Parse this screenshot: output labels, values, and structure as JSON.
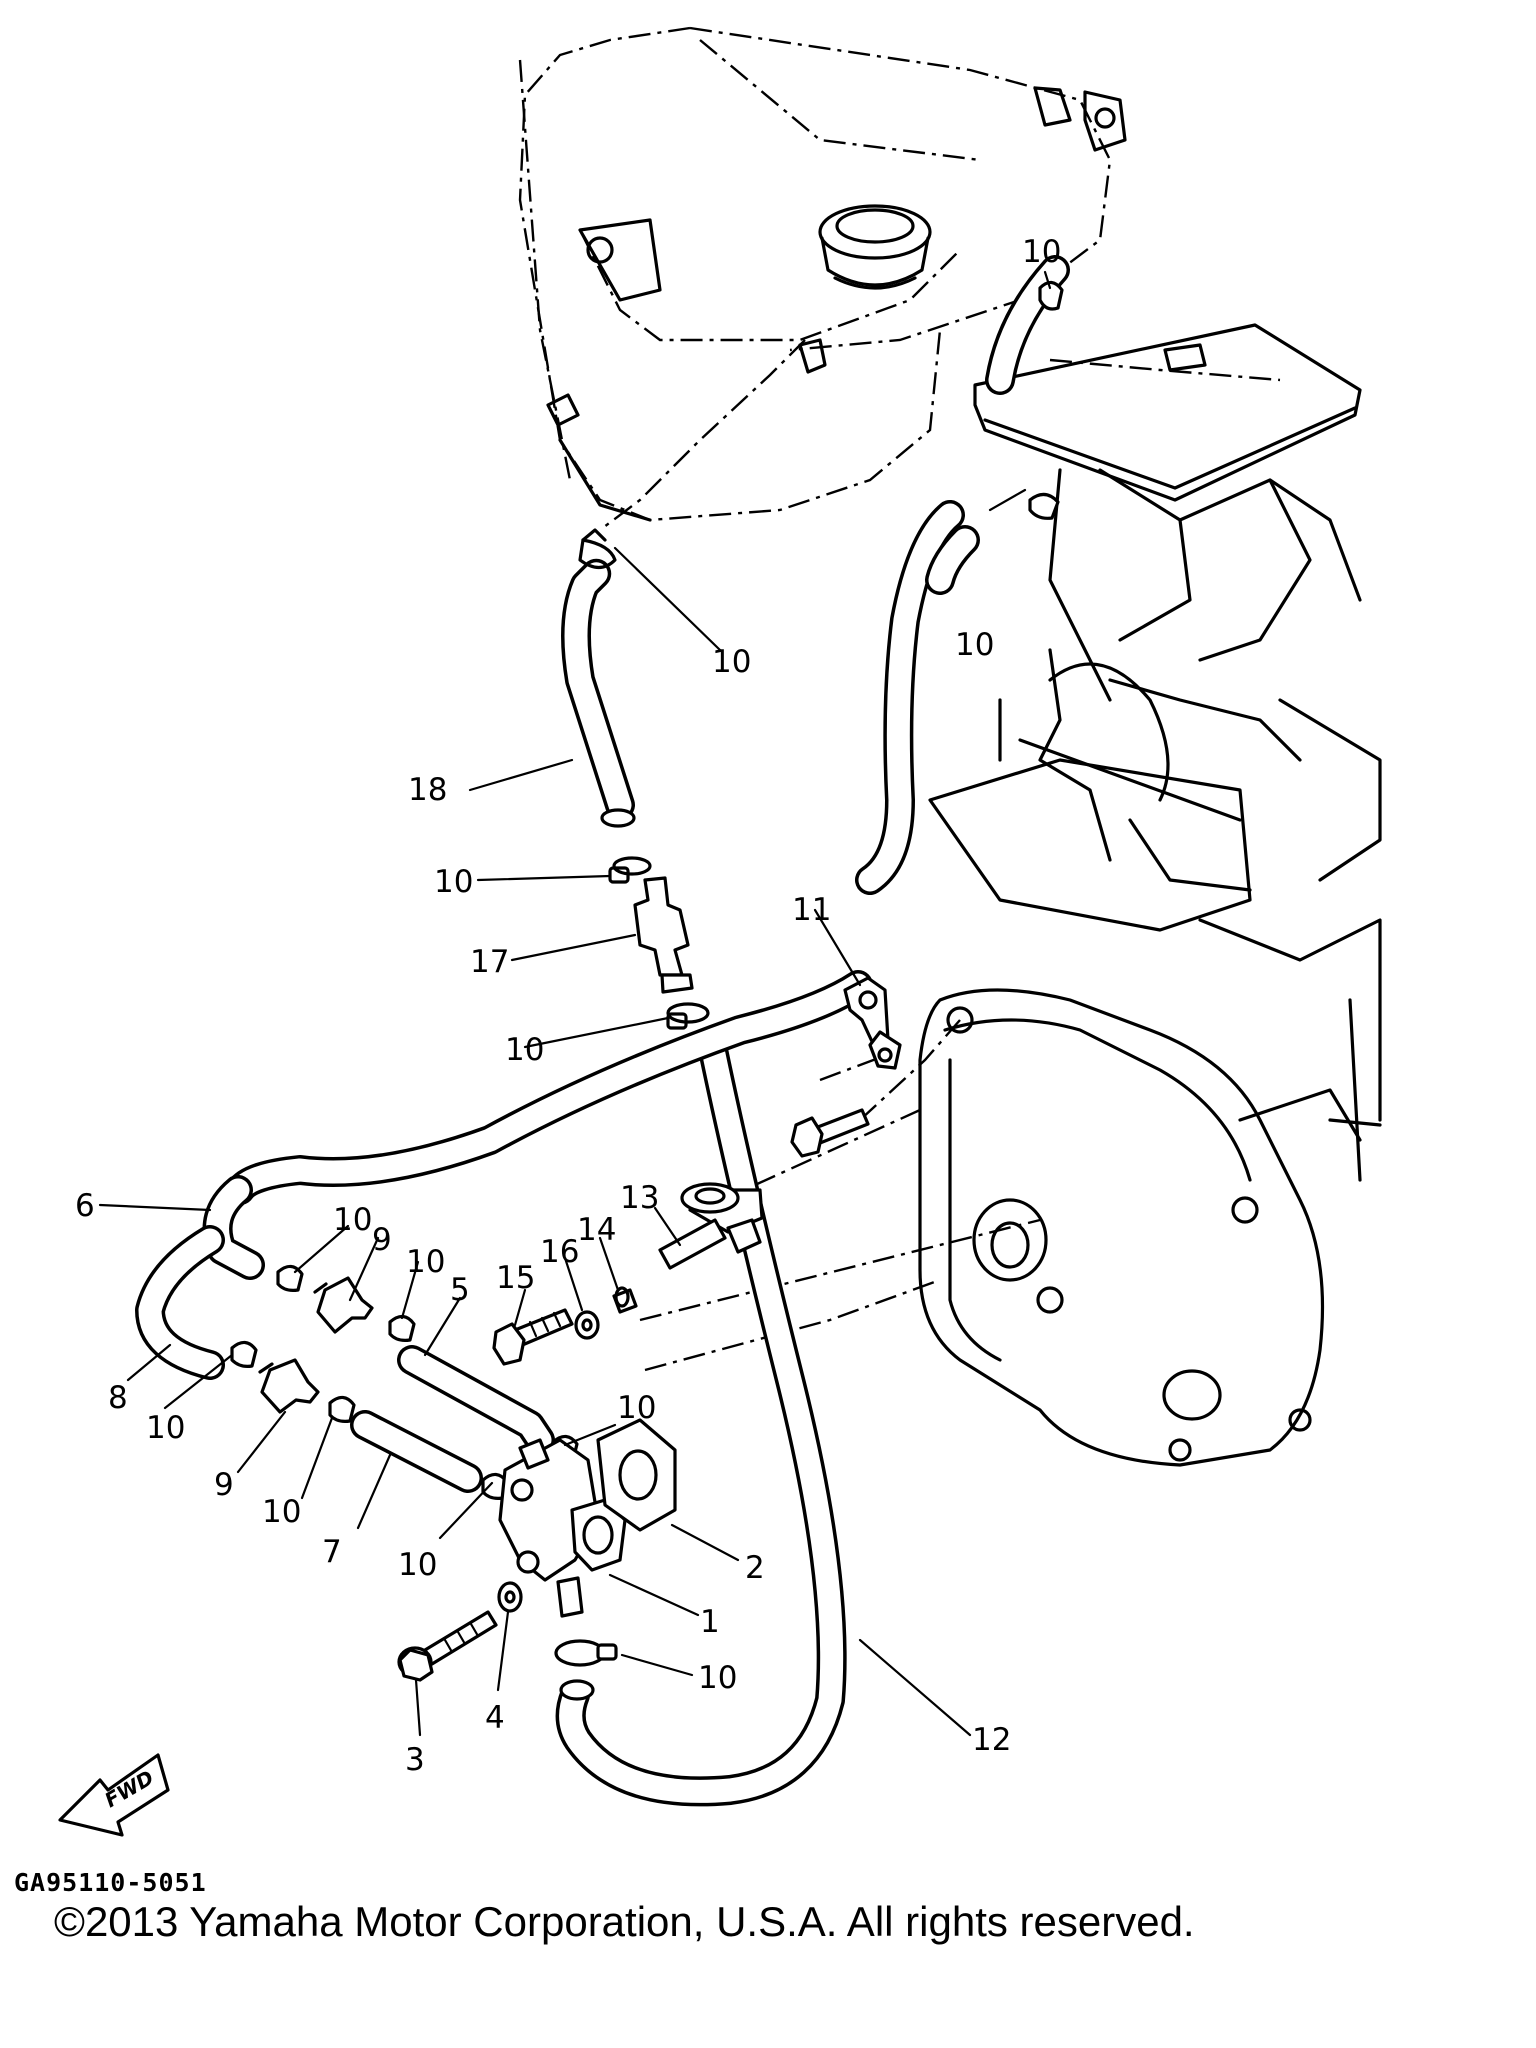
{
  "diagram": {
    "drawing_code": "GA95110-5051",
    "copyright": "©2013 Yamaha Motor Corporation, U.S.A. All rights reserved.",
    "fwd_label": "FWD",
    "callouts": [
      {
        "id": "c10a",
        "label": "10"
      },
      {
        "id": "c10b",
        "label": "10"
      },
      {
        "id": "c10c",
        "label": "10"
      },
      {
        "id": "c18",
        "label": "18"
      },
      {
        "id": "c10d",
        "label": "10"
      },
      {
        "id": "c17",
        "label": "17"
      },
      {
        "id": "c10e",
        "label": "10"
      },
      {
        "id": "c11",
        "label": "11"
      },
      {
        "id": "c6",
        "label": "6"
      },
      {
        "id": "c10f",
        "label": "10"
      },
      {
        "id": "c9a",
        "label": "9"
      },
      {
        "id": "c10g",
        "label": "10"
      },
      {
        "id": "c5",
        "label": "5"
      },
      {
        "id": "c13",
        "label": "13"
      },
      {
        "id": "c14",
        "label": "14"
      },
      {
        "id": "c16",
        "label": "16"
      },
      {
        "id": "c15",
        "label": "15"
      },
      {
        "id": "c8",
        "label": "8"
      },
      {
        "id": "c10h",
        "label": "10"
      },
      {
        "id": "c9b",
        "label": "9"
      },
      {
        "id": "c10i",
        "label": "10"
      },
      {
        "id": "c10j",
        "label": "10"
      },
      {
        "id": "c7",
        "label": "7"
      },
      {
        "id": "c10k",
        "label": "10"
      },
      {
        "id": "c2",
        "label": "2"
      },
      {
        "id": "c1",
        "label": "1"
      },
      {
        "id": "c10l",
        "label": "10"
      },
      {
        "id": "c4",
        "label": "4"
      },
      {
        "id": "c3",
        "label": "3"
      },
      {
        "id": "c12",
        "label": "12"
      }
    ]
  }
}
